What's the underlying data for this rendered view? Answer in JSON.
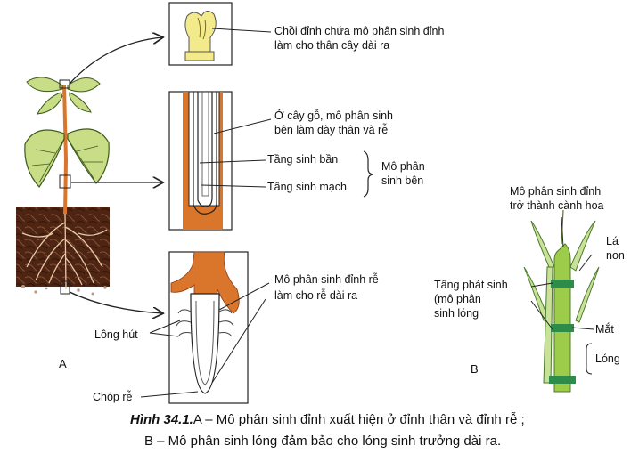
{
  "labels": {
    "shoot_tip": "Chồi đỉnh chứa mô phân sinh đỉnh",
    "shoot_tip_2": "làm cho thân cây dài ra",
    "woody": "Ở cây gỗ, mô phân sinh",
    "woody_2": "bên làm dày thân và rễ",
    "cork_cambium": "Tầng sinh bần",
    "vascular_cambium": "Tầng sinh mạch",
    "lateral_meristem": "Mô phân",
    "lateral_meristem_2": "sinh bên",
    "root_tip": "Mô phân sinh đỉnh rễ",
    "root_tip_2": "làm cho rễ dài ra",
    "root_hairs": "Lông hút",
    "root_cap": "Chóp rễ",
    "panel_a": "A",
    "flower_meristem": "Mô phân sinh đỉnh",
    "flower_meristem_2": "trở thành cành hoa",
    "young_leaf": "Lá",
    "young_leaf_2": "non",
    "intercalary": "Tầng phát sinh",
    "intercalary_2": "(mô phân",
    "intercalary_3": "sinh lóng",
    "node": "Mắt",
    "internode": "Lóng",
    "panel_b": "B"
  },
  "caption": {
    "figure_no": "Hình 34.1.",
    "line1": "A – Mô phân sinh đỉnh xuất hiện ở đỉnh thân và đỉnh rễ ;",
    "line2": "B – Mô phân sinh lóng đảm bảo cho lóng sinh trưởng dài ra."
  },
  "colors": {
    "leaf": "#c9dc86",
    "leaf_dark": "#3d5a1e",
    "stem": "#d9762b",
    "soil": "#5a2a14",
    "bud": "#f3ea8c",
    "band": "#3a9a4a",
    "grass": "#9ccc4a"
  }
}
